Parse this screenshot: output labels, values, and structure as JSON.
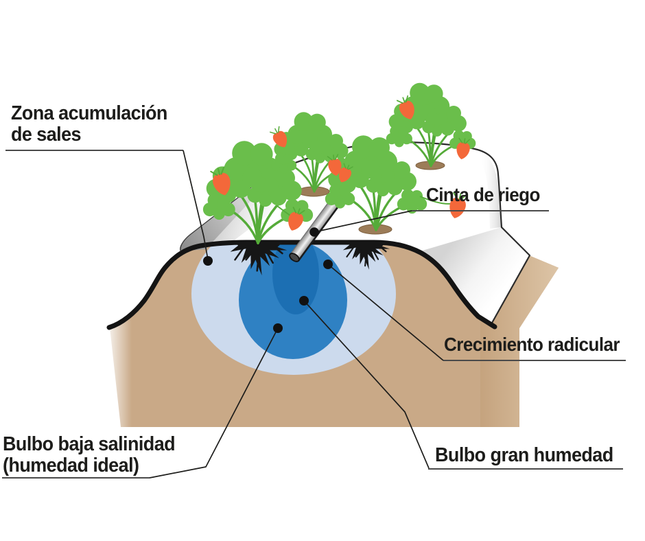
{
  "labels": {
    "zona": {
      "line1": "Zona acumulación",
      "line2": "de sales"
    },
    "cinta": {
      "text": "Cinta de riego"
    },
    "crecimiento": {
      "text": "Crecimiento radicular"
    },
    "bulbo_baja": {
      "line1": "Bulbo baja salinidad",
      "line2": "(humedad ideal)"
    },
    "bulbo_gran": {
      "text": "Bulbo gran humedad"
    }
  },
  "colors": {
    "soil": "#c9a987",
    "soil_light": "#d8bd9d",
    "wet_outer": "#ccdaed",
    "bulb_medium": "#2f81c3",
    "bulb_dark": "#1c6fb3",
    "leaf": "#6abe4b",
    "stem": "#55ab39",
    "berry": "#f3683a",
    "berry_calyx": "#55ab39",
    "hole": "#9c7c58",
    "hole_edge": "#7d6040",
    "root": "#161616",
    "outline": "#141414",
    "thin_line": "#2b2b2b",
    "leader": "#1d1d1b",
    "underline": "#4a4a4a",
    "marker": "#111111"
  }
}
